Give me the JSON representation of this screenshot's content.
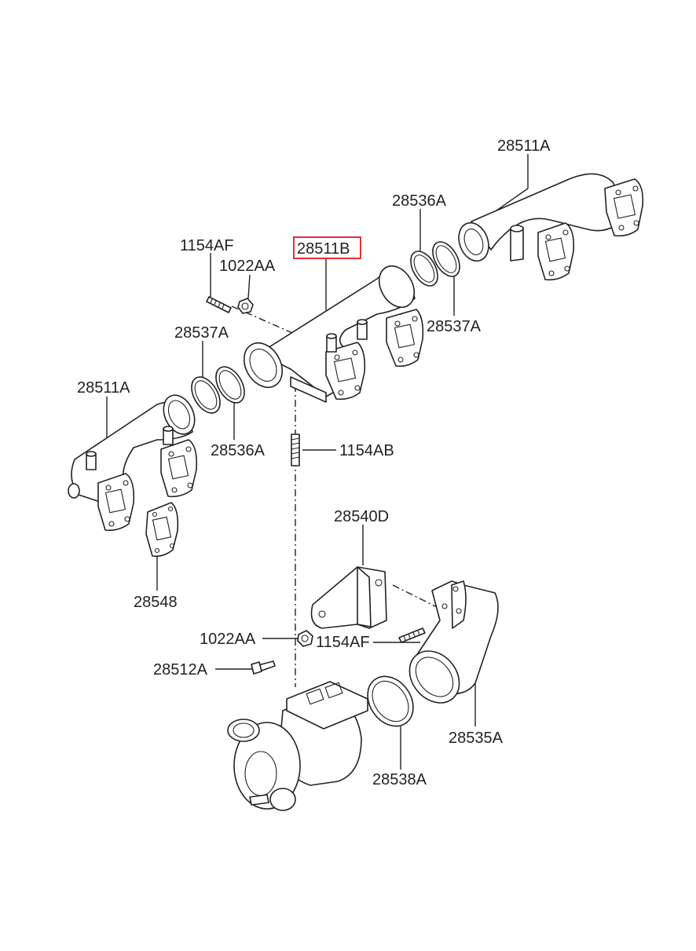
{
  "highlight_color": "#e11b22",
  "labels": {
    "l01": "28511A",
    "l02": "28536A",
    "l03": "1154AF",
    "l04": "28511B",
    "l05": "1022AA",
    "l06": "28537A",
    "l07": "28537A",
    "l08": "28511A",
    "l09": "28536A",
    "l10": "1154AB",
    "l11": "28540D",
    "l12": "28548",
    "l13": "1022AA",
    "l14": "1154AF",
    "l15": "28512A",
    "l16": "28535A",
    "l17": "28538A"
  }
}
